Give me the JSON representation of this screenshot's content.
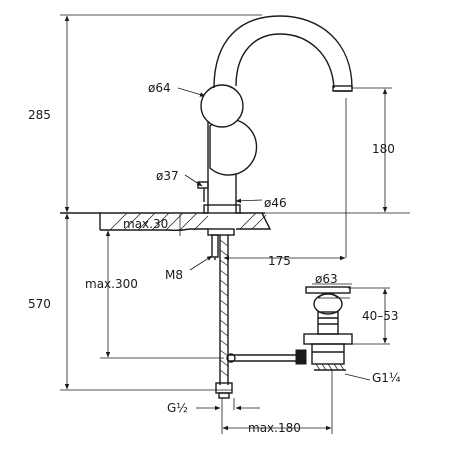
{
  "dimensions": {
    "total_height_upper": "285",
    "spout_height": "180",
    "handle_diameter": "ø64",
    "lever_diameter": "ø37",
    "base_diameter": "ø46",
    "max_deck_thickness": "max.30",
    "thread_size": "M8",
    "spout_reach": "175",
    "max_hose_length": "max.300",
    "total_height_lower": "570",
    "waste_diameter": "ø63",
    "waste_adjust": "40–53",
    "waste_thread": "G1¼",
    "supply_thread": "G½",
    "max_rod_length": "max.180"
  }
}
